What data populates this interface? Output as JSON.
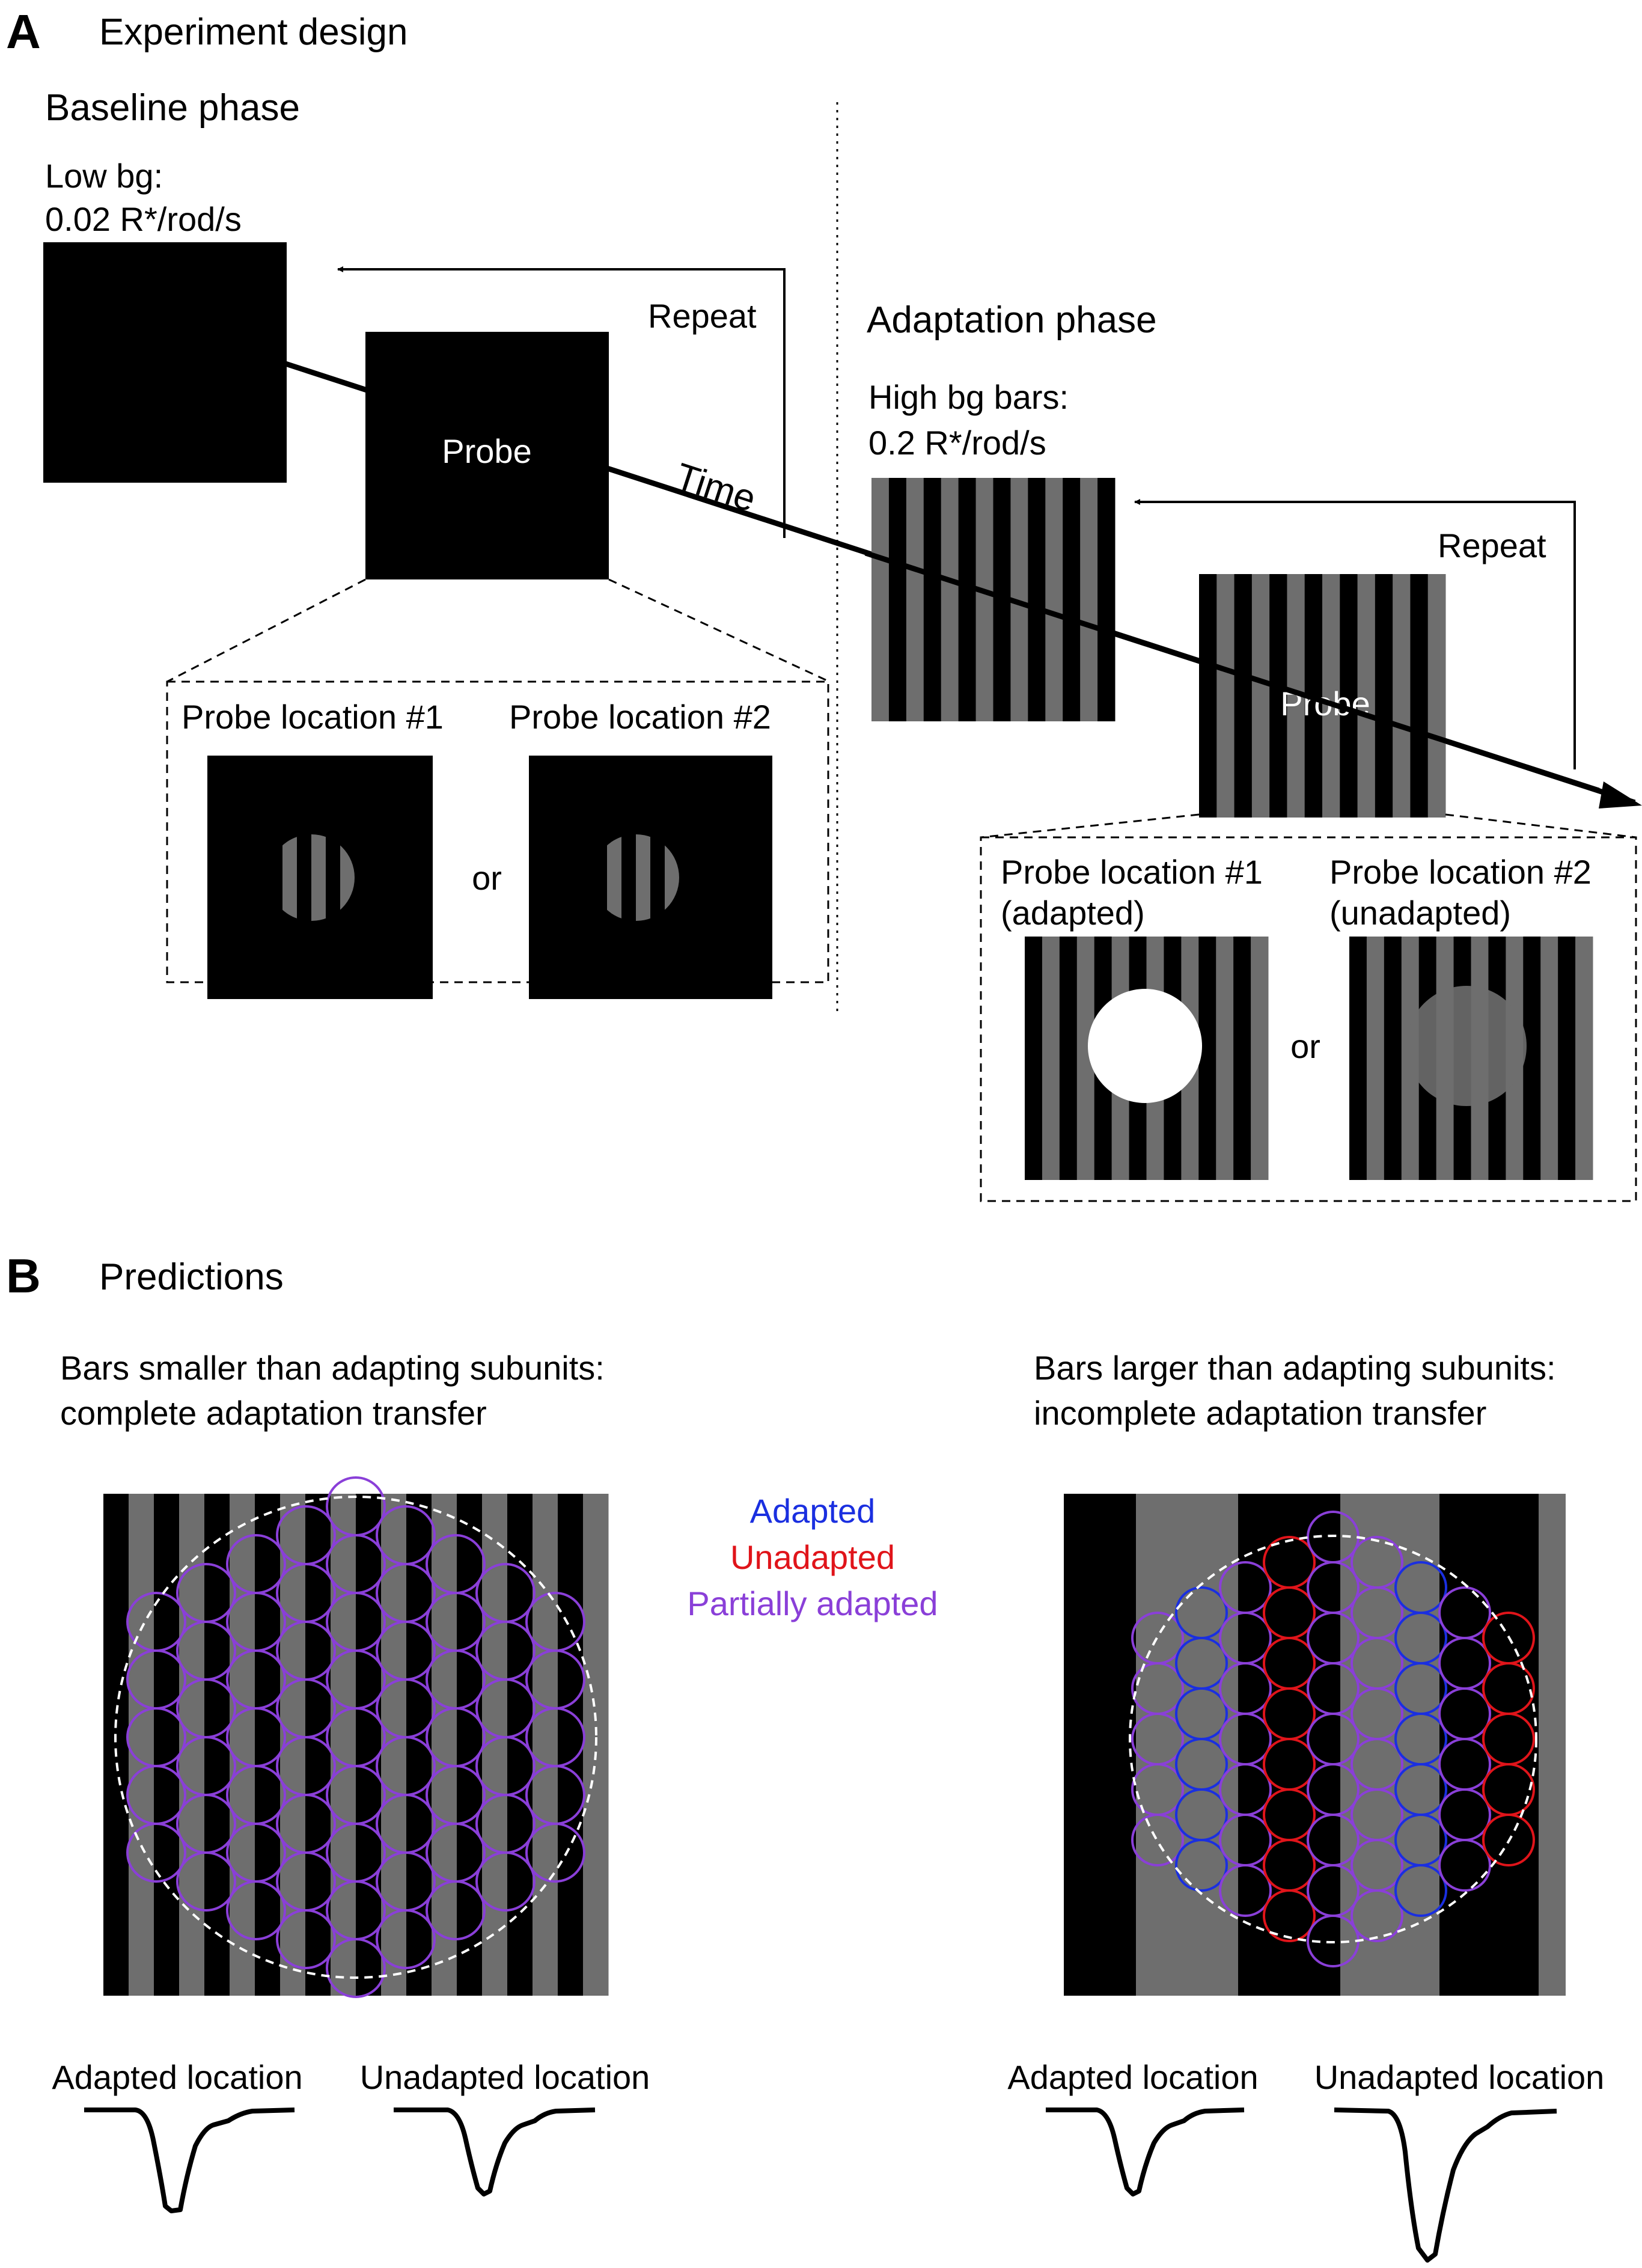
{
  "panel_a": {
    "letter": "A",
    "title": "Experiment design",
    "baseline": {
      "title": "Baseline phase",
      "bg_label_line1": "Low bg:",
      "bg_label_line2": "0.02 R*/rod/s",
      "probe_label": "Probe",
      "repeat_label": "Repeat",
      "time_label": "Time",
      "probe_options": {
        "loc1": "Probe location #1",
        "loc2": "Probe location #2",
        "or": "or"
      }
    },
    "adaptation": {
      "title": "Adaptation phase",
      "bg_label_line1": "High bg bars:",
      "bg_label_line2": "0.2 R*/rod/s",
      "probe_label": "Probe",
      "repeat_label": "Repeat",
      "probe_options": {
        "loc1_line1": "Probe location #1",
        "loc1_line2": "(adapted)",
        "loc2_line1": "Probe location #2",
        "loc2_line2": "(unadapted)",
        "or": "or"
      }
    }
  },
  "panel_b": {
    "letter": "B",
    "title": "Predictions",
    "left": {
      "caption_line1": "Bars smaller than adapting subunits:",
      "caption_line2": "complete adaptation transfer",
      "trace_adapted": "Adapted location",
      "trace_unadapted": "Unadapted location"
    },
    "right": {
      "caption_line1": "Bars larger than adapting subunits:",
      "caption_line2": "incomplete adaptation transfer",
      "trace_adapted": "Adapted location",
      "trace_unadapted": "Unadapted location"
    },
    "legend": [
      {
        "label": "Adapted",
        "color": "#1a2fe0"
      },
      {
        "label": "Unadapted",
        "color": "#e0141a"
      },
      {
        "label": "Partially adapted",
        "color": "#8a3fd8"
      }
    ]
  },
  "colors": {
    "black": "#000000",
    "gray_bar": "#6e6e6e",
    "white": "#ffffff",
    "dashed_circle": "#ffffff"
  }
}
